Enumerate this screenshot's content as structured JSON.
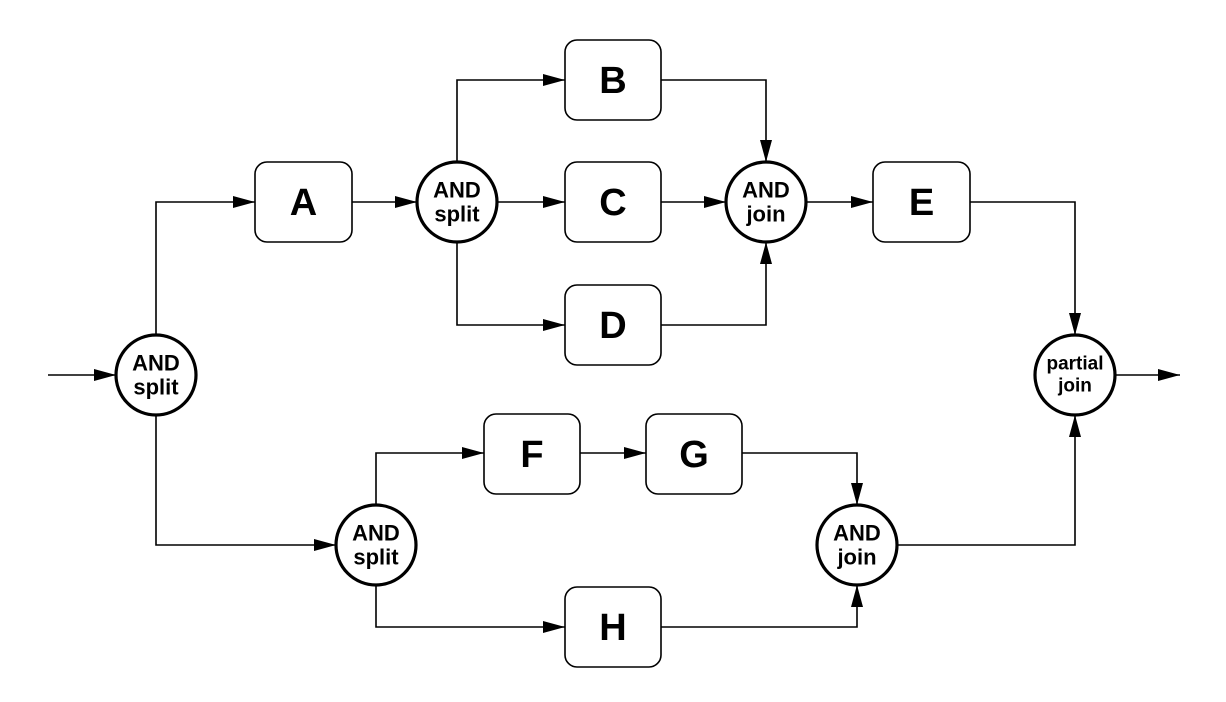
{
  "diagram": {
    "tasks": [
      {
        "id": "A",
        "label": "A"
      },
      {
        "id": "B",
        "label": "B"
      },
      {
        "id": "C",
        "label": "C"
      },
      {
        "id": "D",
        "label": "D"
      },
      {
        "id": "E",
        "label": "E"
      },
      {
        "id": "F",
        "label": "F"
      },
      {
        "id": "G",
        "label": "G"
      },
      {
        "id": "H",
        "label": "H"
      }
    ],
    "gates": [
      {
        "id": "split1",
        "type": "AND split",
        "line1": "AND",
        "line2": "split"
      },
      {
        "id": "split2",
        "type": "AND split",
        "line1": "AND",
        "line2": "split"
      },
      {
        "id": "join1",
        "type": "AND join",
        "line1": "AND",
        "line2": "join"
      },
      {
        "id": "split3",
        "type": "AND split",
        "line1": "AND",
        "line2": "split"
      },
      {
        "id": "join2",
        "type": "AND join",
        "line1": "AND",
        "line2": "join"
      },
      {
        "id": "join3",
        "type": "partial join",
        "line1": "partial",
        "line2": "join"
      }
    ],
    "edges": [
      {
        "from": "start",
        "to": "split1"
      },
      {
        "from": "split1",
        "to": "A"
      },
      {
        "from": "split1",
        "to": "split3"
      },
      {
        "from": "A",
        "to": "split2"
      },
      {
        "from": "split2",
        "to": "B"
      },
      {
        "from": "split2",
        "to": "C"
      },
      {
        "from": "split2",
        "to": "D"
      },
      {
        "from": "B",
        "to": "join1"
      },
      {
        "from": "C",
        "to": "join1"
      },
      {
        "from": "D",
        "to": "join1"
      },
      {
        "from": "join1",
        "to": "E"
      },
      {
        "from": "E",
        "to": "join3"
      },
      {
        "from": "split3",
        "to": "F"
      },
      {
        "from": "split3",
        "to": "H"
      },
      {
        "from": "F",
        "to": "G"
      },
      {
        "from": "G",
        "to": "join2"
      },
      {
        "from": "H",
        "to": "join2"
      },
      {
        "from": "join2",
        "to": "join3"
      },
      {
        "from": "join3",
        "to": "end"
      }
    ],
    "colors": {
      "stroke": "#000000",
      "fill": "#ffffff"
    }
  }
}
